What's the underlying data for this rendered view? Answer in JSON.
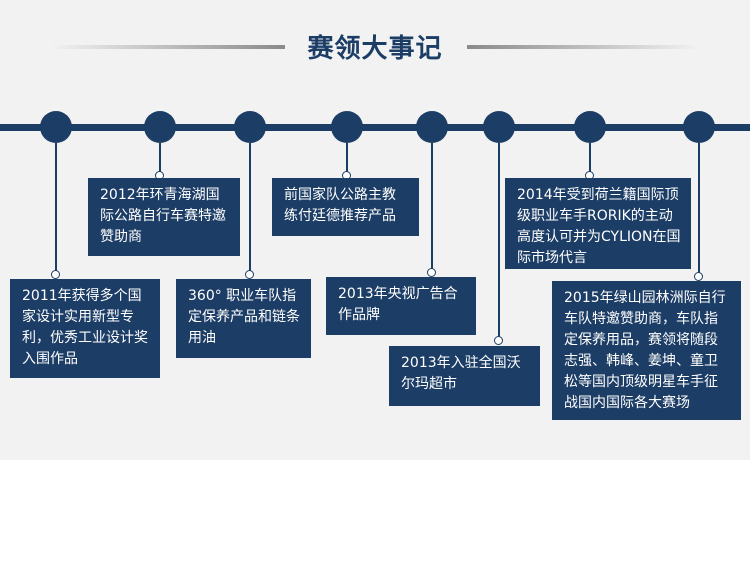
{
  "title": "赛领大事记",
  "events": [
    "2011年获得多个国家设计实用新型专利，优秀工业设计奖入围作品",
    "2012年环青海湖国际公路自行车赛特邀赞助商",
    "360°  职业车队指定保养产品和链条用油",
    "前国家队公路主教练付廷德推荐产品",
    "2013年央视广告合作品牌",
    "2013年入驻全国沃尔玛超市",
    "2014年受到荷兰籍国际顶级职业车手RORIK的主动高度认可并为CYLION在国际市场代言",
    "2015年绿山园林洲际自行车队特邀赞助商，车队指定保养用品，赛领将随段志强、韩峰、姜坤、童卫松等国内顶级明星车手征战国内国际各大赛场"
  ],
  "colors": {
    "accent": "#1c3d66",
    "background": "#f2f2f2",
    "card_text": "#ffffff"
  }
}
